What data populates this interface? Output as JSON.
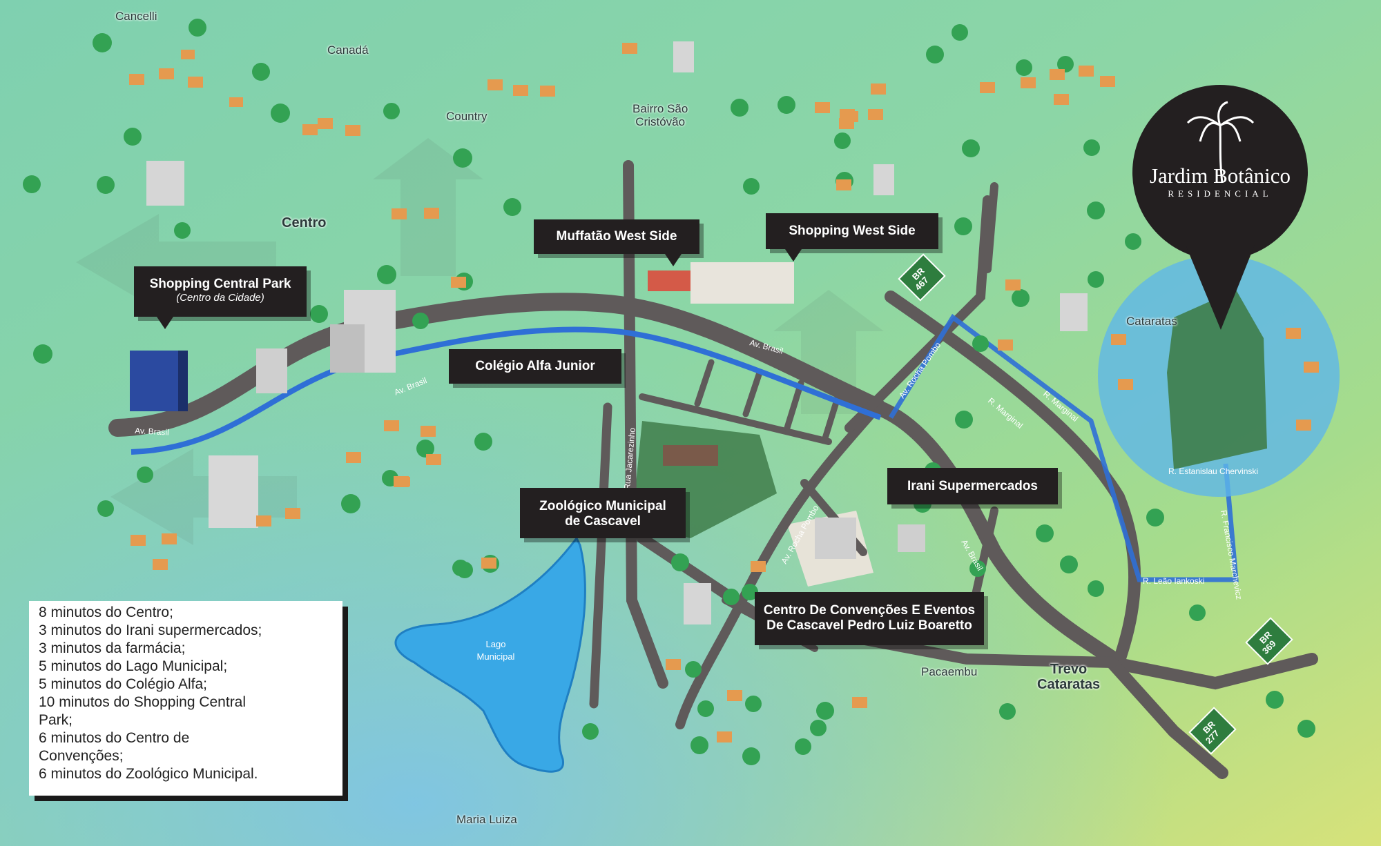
{
  "brand": {
    "title": "Jardim Botânico",
    "subtitle": "RESIDENCIAL",
    "icon": "palm-tree-icon"
  },
  "neighborhoods": {
    "cancelli": "Cancelli",
    "canada": "Canadá",
    "country": "Country",
    "bairro_sao_cristovao_1": "Bairro São",
    "bairro_sao_cristovao_2": "Cristóvão",
    "centro": "Centro",
    "cataratas": "Cataratas",
    "pacaembu": "Pacaembu",
    "maria_luiza": "Maria Luiza",
    "trevo_1": "Trevo",
    "trevo_2": "Cataratas"
  },
  "places": {
    "muffatao": "Muffatão West Side",
    "shopping_west_side": "Shopping West Side",
    "shopping_central_park": "Shopping Central Park",
    "shopping_central_park_sub": "(Centro da Cidade)",
    "colegio_alfa": "Colégio Alfa Junior",
    "zoologico_1": "Zoológico Municipal",
    "zoologico_2": "de Cascavel",
    "irani": "Irani Supermercados",
    "centro_convencoes_1": "Centro De Convenções E Eventos",
    "centro_convencoes_2": "De Cascavel Pedro Luiz Boaretto",
    "lago_1": "Lago",
    "lago_2": "Municipal"
  },
  "streets": {
    "av_brasil": "Av. Brasil",
    "rua_jacarezinho": "Rua Jacarezinho",
    "av_rocha_pombo": "Av. Rocha Pombo",
    "r_marginal": "R. Marginal",
    "r_estanislau": "R. Estanislau Chervinski",
    "r_francisco": "R. Francisco Marchevicz",
    "r_leao": "R. Leão Iankoski"
  },
  "highways": {
    "br467_prefix": "BR",
    "br467_number": "467",
    "br369_prefix": "BR",
    "br369_number": "369",
    "br277_prefix": "BR",
    "br277_number": "277"
  },
  "distances": [
    "8 minutos do Centro;",
    "3 minutos do Irani supermercados;",
    "3 minutos da farmácia;",
    "5 minutos do Lago Municipal;",
    "5 minutos do Colégio Alfa;",
    "10 minutos do Shopping Central",
    "Park;",
    "6 minutos do Centro de",
    "Convenções;",
    "6 minutos do Zoológico Municipal."
  ],
  "colors": {
    "road": "#5f5a5a",
    "avenue_canal": "#2f6fd6",
    "water": "#39a8e6",
    "callout_bg": "#231f20",
    "marker": "#231f20",
    "sign_green": "#2e7d3e"
  }
}
